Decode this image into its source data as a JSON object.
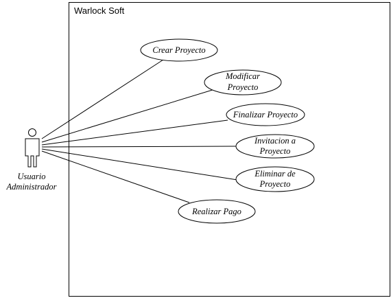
{
  "system": {
    "title": "Warlock Soft"
  },
  "actor": {
    "name_line1": "Usuario",
    "name_line2": "Administrador"
  },
  "use_cases": [
    {
      "lines": [
        "Crear Proyecto"
      ]
    },
    {
      "lines": [
        "Modificar",
        "Proyecto"
      ]
    },
    {
      "lines": [
        "Finalizar Proyecto"
      ]
    },
    {
      "lines": [
        "Invitacion a",
        "Proyecto"
      ]
    },
    {
      "lines": [
        "Eliminar de",
        "Proyecto"
      ]
    },
    {
      "lines": [
        "Realizar Pago"
      ]
    }
  ]
}
